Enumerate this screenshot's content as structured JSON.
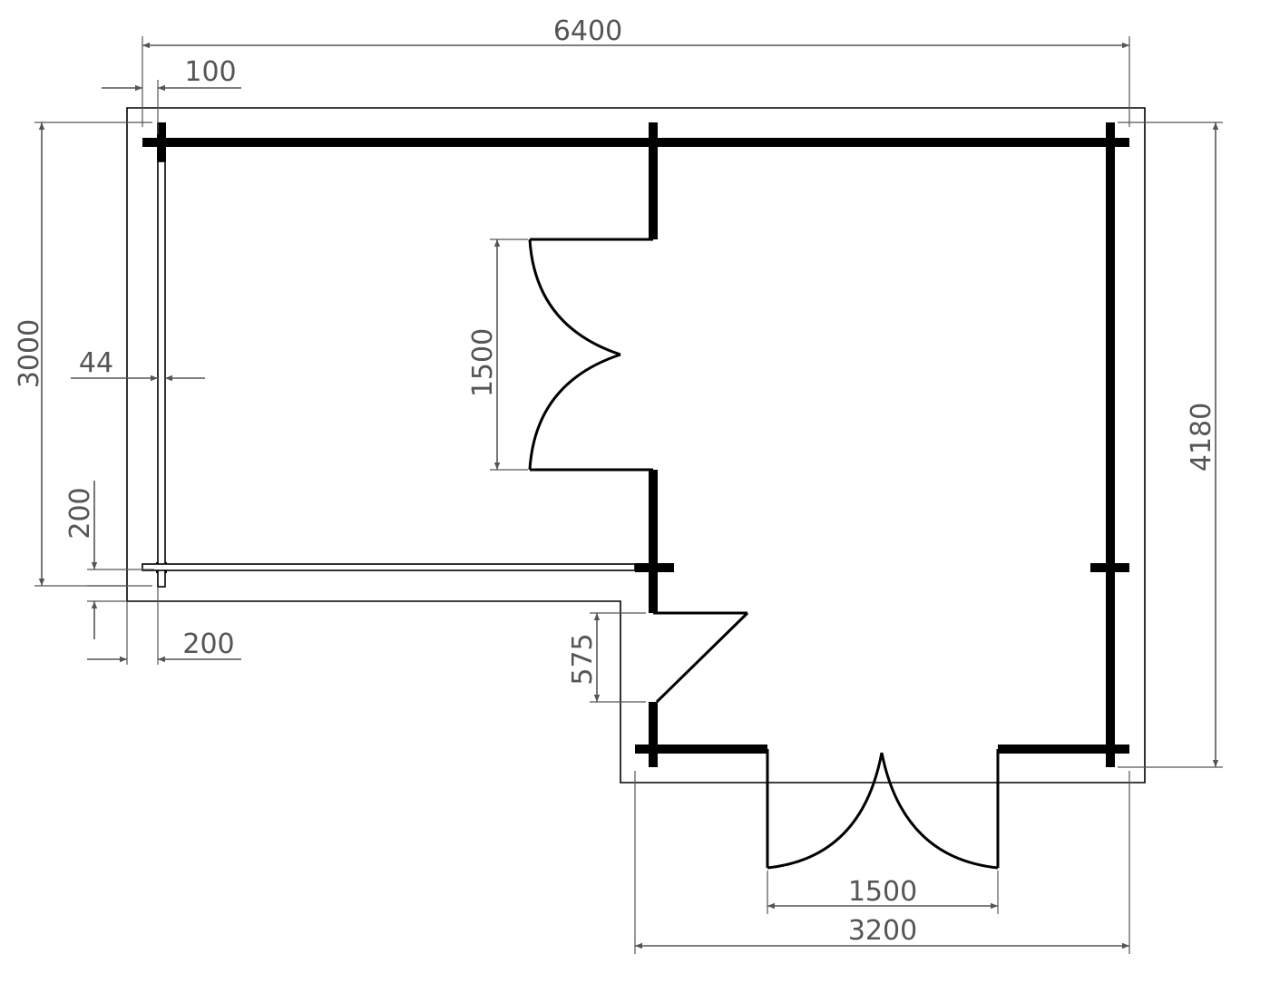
{
  "dimensions": {
    "overall_width": "6400",
    "left_offset": "100",
    "left_height": "3000",
    "wall_thickness": "44",
    "left_bottom_offset": "200",
    "left_side_offset": "200",
    "inner_door_width": "1500",
    "side_door_width": "575",
    "right_height": "4180",
    "front_door_width": "1500",
    "right_section_width": "3200"
  },
  "colors": {
    "wall": "#000000",
    "dimension": "#555555",
    "background": "#ffffff"
  }
}
